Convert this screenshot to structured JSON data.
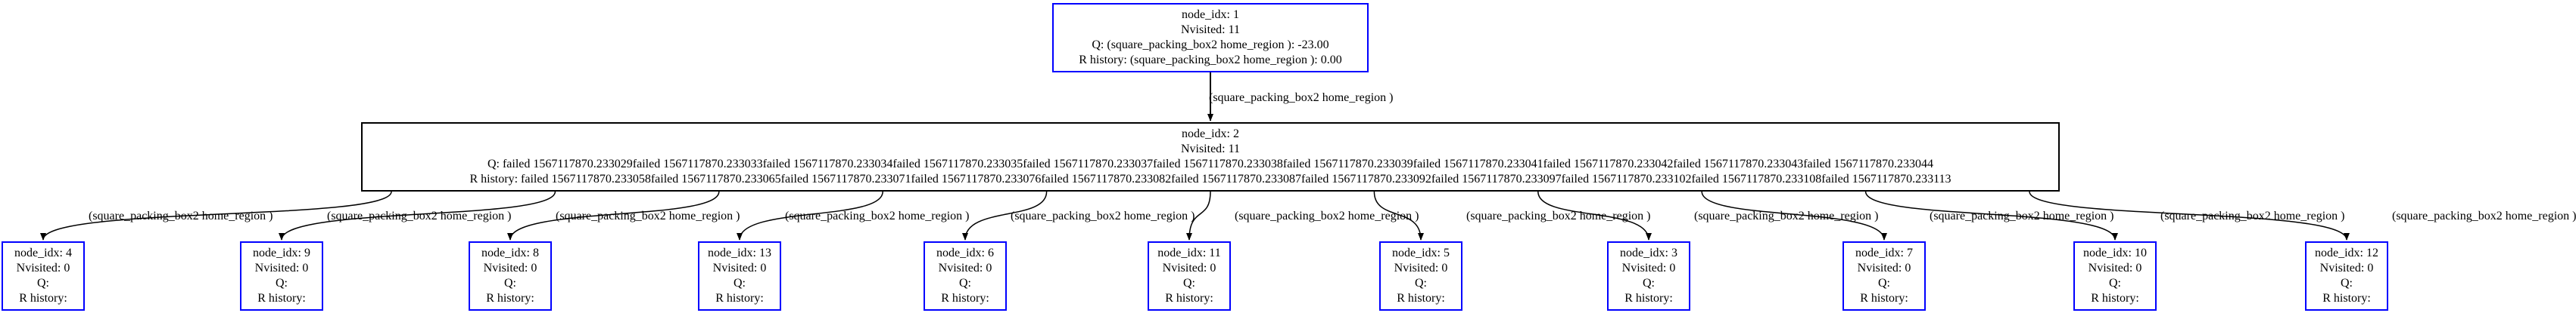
{
  "colors": {
    "node_border_blue": "#0000ff",
    "node_border_black": "#000000",
    "edge": "#000000",
    "text": "#000000"
  },
  "root": {
    "idx": "node_idx: 1",
    "nvisited": "Nvisited: 11",
    "q": "Q: (square_packing_box2 home_region ): -23.00",
    "r": "R history: (square_packing_box2 home_region ): 0.00"
  },
  "root_edge_label": "(square_packing_box2 home_region )",
  "mid": {
    "idx": "node_idx: 2",
    "nvisited": "Nvisited: 11",
    "q": "Q: failed 1567117870.233029failed 1567117870.233033failed 1567117870.233034failed 1567117870.233035failed 1567117870.233037failed 1567117870.233038failed 1567117870.233039failed 1567117870.233041failed 1567117870.233042failed 1567117870.233043failed 1567117870.233044",
    "r": "R history: failed 1567117870.233058failed 1567117870.233065failed 1567117870.233071failed 1567117870.233076failed 1567117870.233082failed 1567117870.233087failed 1567117870.233092failed 1567117870.233097failed 1567117870.233102failed 1567117870.233108failed 1567117870.233113"
  },
  "leaves": [
    {
      "idx": "node_idx: 4",
      "nvisited": "Nvisited: 0",
      "q": "Q:",
      "r": "R history:",
      "edge_label": "(square_packing_box2 home_region )"
    },
    {
      "idx": "node_idx: 9",
      "nvisited": "Nvisited: 0",
      "q": "Q:",
      "r": "R history:",
      "edge_label": "(square_packing_box2 home_region )"
    },
    {
      "idx": "node_idx: 8",
      "nvisited": "Nvisited: 0",
      "q": "Q:",
      "r": "R history:",
      "edge_label": "(square_packing_box2 home_region )"
    },
    {
      "idx": "node_idx: 13",
      "nvisited": "Nvisited: 0",
      "q": "Q:",
      "r": "R history:",
      "edge_label": "(square_packing_box2 home_region )"
    },
    {
      "idx": "node_idx: 6",
      "nvisited": "Nvisited: 0",
      "q": "Q:",
      "r": "R history:",
      "edge_label": "(square_packing_box2 home_region )"
    },
    {
      "idx": "node_idx: 11",
      "nvisited": "Nvisited: 0",
      "q": "Q:",
      "r": "R history:",
      "edge_label": "(square_packing_box2 home_region )"
    },
    {
      "idx": "node_idx: 5",
      "nvisited": "Nvisited: 0",
      "q": "Q:",
      "r": "R history:",
      "edge_label": "(square_packing_box2 home_region )"
    },
    {
      "idx": "node_idx: 3",
      "nvisited": "Nvisited: 0",
      "q": "Q:",
      "r": "R history:",
      "edge_label": "(square_packing_box2 home_region )"
    },
    {
      "idx": "node_idx: 7",
      "nvisited": "Nvisited: 0",
      "q": "Q:",
      "r": "R history:",
      "edge_label": "(square_packing_box2 home_region )"
    },
    {
      "idx": "node_idx: 10",
      "nvisited": "Nvisited: 0",
      "q": "Q:",
      "r": "R history:",
      "edge_label": "(square_packing_box2 home_region )"
    },
    {
      "idx": "node_idx: 12",
      "nvisited": "Nvisited: 0",
      "q": "Q:",
      "r": "R history:",
      "edge_label": "(square_packing_box2 home_region )"
    }
  ]
}
